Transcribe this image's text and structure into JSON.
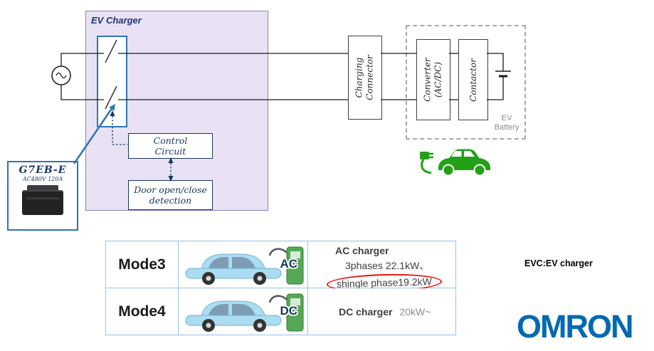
{
  "diagram": {
    "ev_charger_label": "EV Charger",
    "charging_connector_label": "Charging\nConnector",
    "converter_label": "Converter\n(AC/DC)",
    "contactor_label": "Contactor",
    "ev_battery_label": "EV\nBattery",
    "control_circuit_label": "Control\nCircuit",
    "door_detection_label": "Door open/close\ndetection",
    "relay": {
      "model": "G7EB-E",
      "rating": "AC480V 120A"
    }
  },
  "modes_table": {
    "rows": [
      {
        "mode": "Mode3",
        "current_type": "AC",
        "charger_title": "AC charger",
        "spec_line1": "3phases 22.1kW、",
        "spec_line2": "shingle phase19.2kW"
      },
      {
        "mode": "Mode4",
        "current_type": "DC",
        "charger_title": "DC charger",
        "spec_line1": "20kW~"
      }
    ]
  },
  "notes": {
    "evc_note": "EVC:EV charger"
  },
  "brand": {
    "logo": "OMRON"
  }
}
